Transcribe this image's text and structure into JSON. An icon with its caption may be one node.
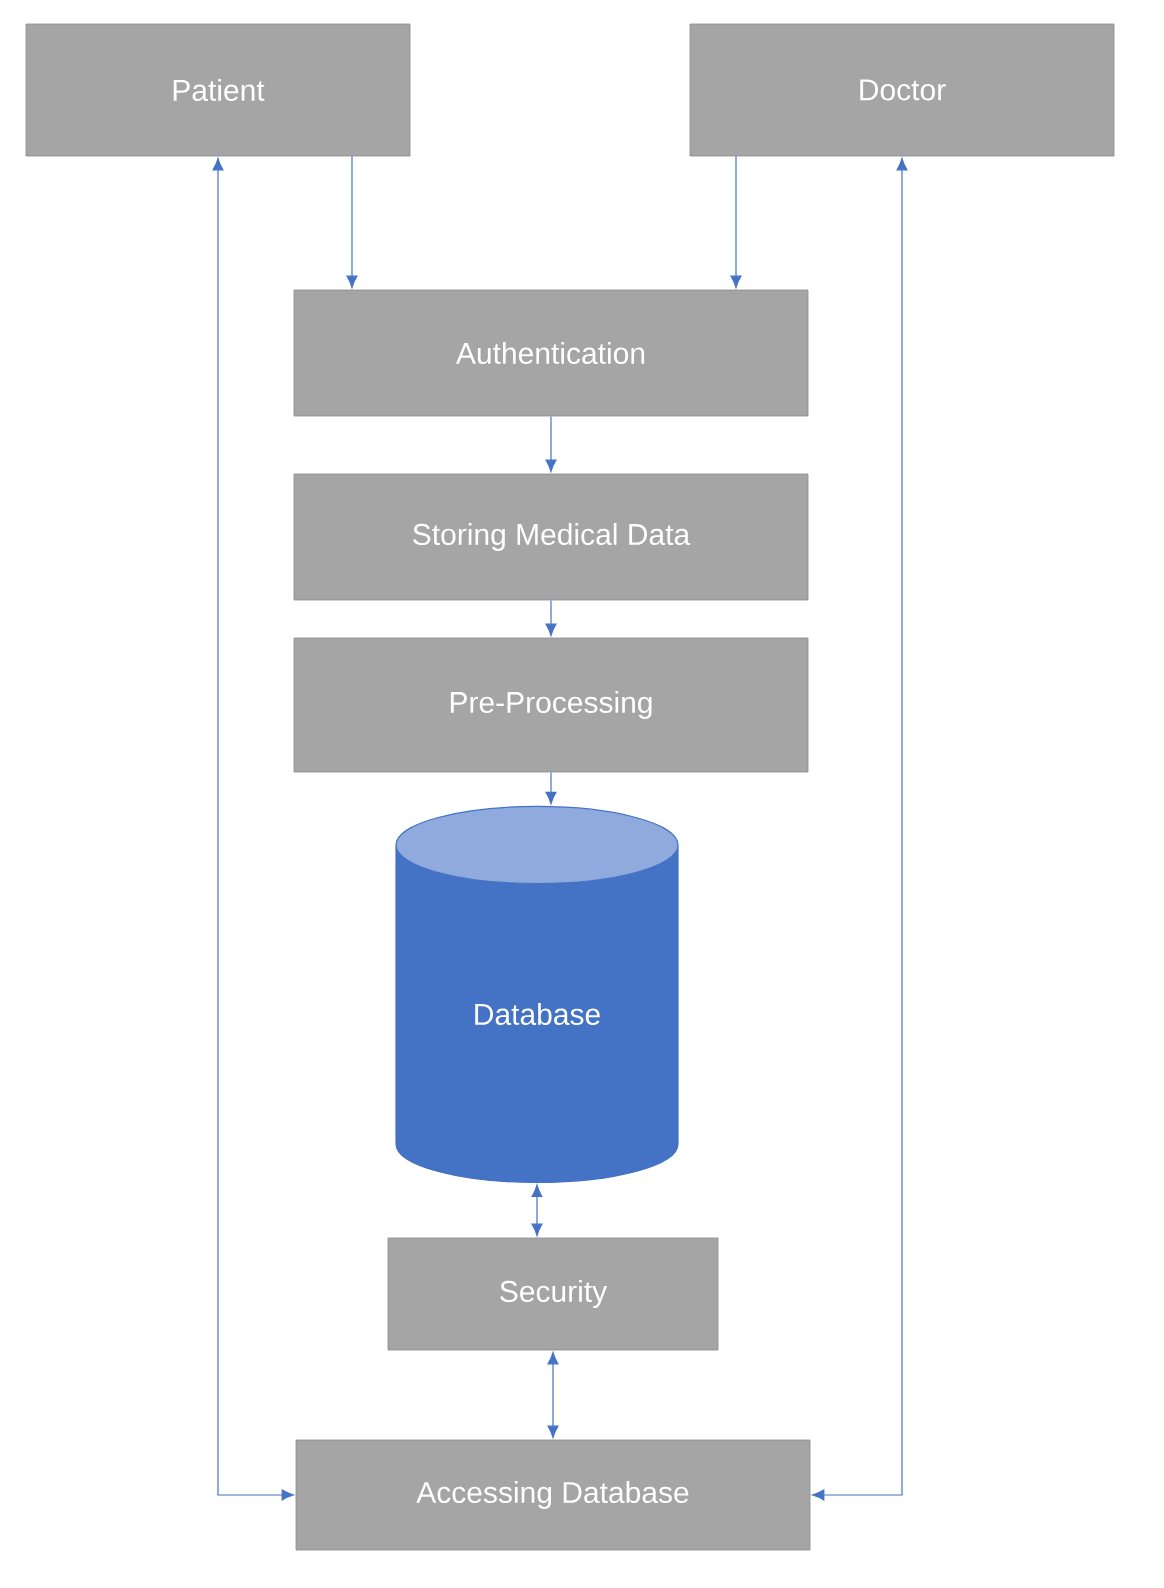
{
  "diagram": {
    "nodes": [
      {
        "text": [
          "Patient"
        ]
      },
      {
        "text": [
          "Doctor"
        ]
      },
      {
        "text": [
          "Authentication"
        ]
      },
      {
        "text": [
          "Storing Medical Data"
        ]
      },
      {
        "text": [
          "Pre-Processing"
        ]
      },
      {
        "text": [
          "Database"
        ]
      },
      {
        "text": [
          "Security"
        ]
      },
      {
        "text": [
          "Accessing Database"
        ]
      }
    ],
    "edges": [
      {
        "from": 0,
        "to": 2,
        "arrow": "to"
      },
      {
        "from": 1,
        "to": 2,
        "arrow": "to"
      },
      {
        "from": 2,
        "to": 3,
        "arrow": "to"
      },
      {
        "from": 3,
        "to": 4,
        "arrow": "to"
      },
      {
        "from": 4,
        "to": 5,
        "arrow": "to"
      },
      {
        "from": 5,
        "to": 6,
        "arrow": "both"
      },
      {
        "from": 6,
        "to": 7,
        "arrow": "both"
      },
      {
        "from": 0,
        "to": 7,
        "arrow": "both"
      },
      {
        "from": 1,
        "to": 7,
        "arrow": "both"
      }
    ]
  }
}
